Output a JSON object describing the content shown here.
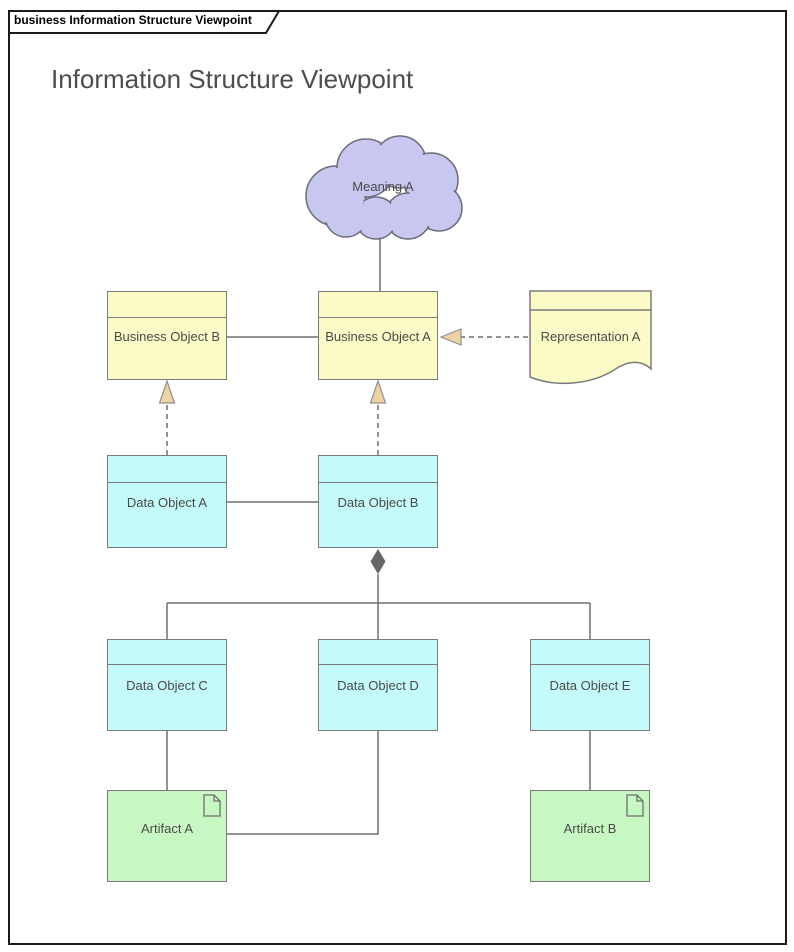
{
  "frame": {
    "tab_label": "business Information Structure Viewpoint"
  },
  "title": "Information Structure Viewpoint",
  "nodes": {
    "meaning_a": {
      "label": "Meaning A",
      "type": "meaning",
      "fill": "#C7C7EF"
    },
    "business_object_b": {
      "label": "Business Object B",
      "type": "business-object",
      "fill": "#FBFBC8"
    },
    "business_object_a": {
      "label": "Business Object A",
      "type": "business-object",
      "fill": "#FBFBC8"
    },
    "representation_a": {
      "label": "Representation A",
      "type": "representation",
      "fill": "#FBFBC8"
    },
    "data_object_a": {
      "label": "Data Object A",
      "type": "data-object",
      "fill": "#C4FAFA"
    },
    "data_object_b": {
      "label": "Data Object B",
      "type": "data-object",
      "fill": "#C4FAFA"
    },
    "data_object_c": {
      "label": "Data Object C",
      "type": "data-object",
      "fill": "#C4FAFA"
    },
    "data_object_d": {
      "label": "Data Object D",
      "type": "data-object",
      "fill": "#C4FAFA"
    },
    "data_object_e": {
      "label": "Data Object E",
      "type": "data-object",
      "fill": "#C4FAFA"
    },
    "artifact_a": {
      "label": "Artifact A",
      "type": "artifact",
      "fill": "#C8F8C2"
    },
    "artifact_b": {
      "label": "Artifact B",
      "type": "artifact",
      "fill": "#C8F8C2"
    }
  },
  "relationships": [
    {
      "type": "association",
      "source": "meaning_a",
      "target": "business_object_a"
    },
    {
      "type": "association",
      "source": "business_object_b",
      "target": "business_object_a"
    },
    {
      "type": "realization",
      "source": "representation_a",
      "target": "business_object_a"
    },
    {
      "type": "realization",
      "source": "data_object_a",
      "target": "business_object_b"
    },
    {
      "type": "realization",
      "source": "data_object_b",
      "target": "business_object_a"
    },
    {
      "type": "association",
      "source": "data_object_a",
      "target": "data_object_b"
    },
    {
      "type": "composition",
      "source": "data_object_b",
      "target": "data_object_c"
    },
    {
      "type": "composition",
      "source": "data_object_b",
      "target": "data_object_d"
    },
    {
      "type": "composition",
      "source": "data_object_b",
      "target": "data_object_e"
    },
    {
      "type": "association",
      "source": "data_object_c",
      "target": "artifact_a"
    },
    {
      "type": "association",
      "source": "data_object_d",
      "target": "artifact_a"
    },
    {
      "type": "association",
      "source": "data_object_e",
      "target": "artifact_b"
    }
  ],
  "palette": {
    "business_yellow": "#FBFBC8",
    "data_cyan": "#C4FAFA",
    "artifact_green": "#C8F8C2",
    "meaning_purple": "#C7C7EF",
    "realization_arrow_tan": "#EED2A4",
    "connector_line": "#6E6E6E",
    "node_border": "#7B7B7B",
    "composition_diamond": "#666666",
    "frame_border": "#1A1A1A",
    "label_text": "#4A4A4A"
  }
}
